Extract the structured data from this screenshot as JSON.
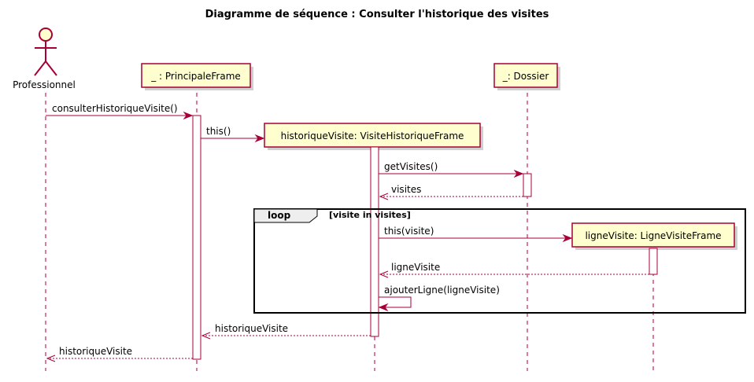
{
  "diagram": {
    "title": "Diagramme de séquence : Consulter l'historique des visites",
    "actor": "Professionnel",
    "participants": {
      "principale": "_ : PrincipaleFrame",
      "dossier": "_: Dossier",
      "historique": "historiqueVisite: VisiteHistoriqueFrame",
      "ligne": "ligneVisite: LigneVisiteFrame"
    },
    "messages": [
      "consulterHistoriqueVisite()",
      "this()",
      "getVisites()",
      "visites",
      "this(visite)",
      "ligneVisite",
      "ajouterLigne(ligneVisite)",
      "historiqueVisite",
      "historiqueVisite"
    ],
    "loop": {
      "keyword": "loop",
      "guard": "[visite in visites]"
    },
    "colors": {
      "accent": "#a80036",
      "participant_fill": "#fefece"
    }
  }
}
